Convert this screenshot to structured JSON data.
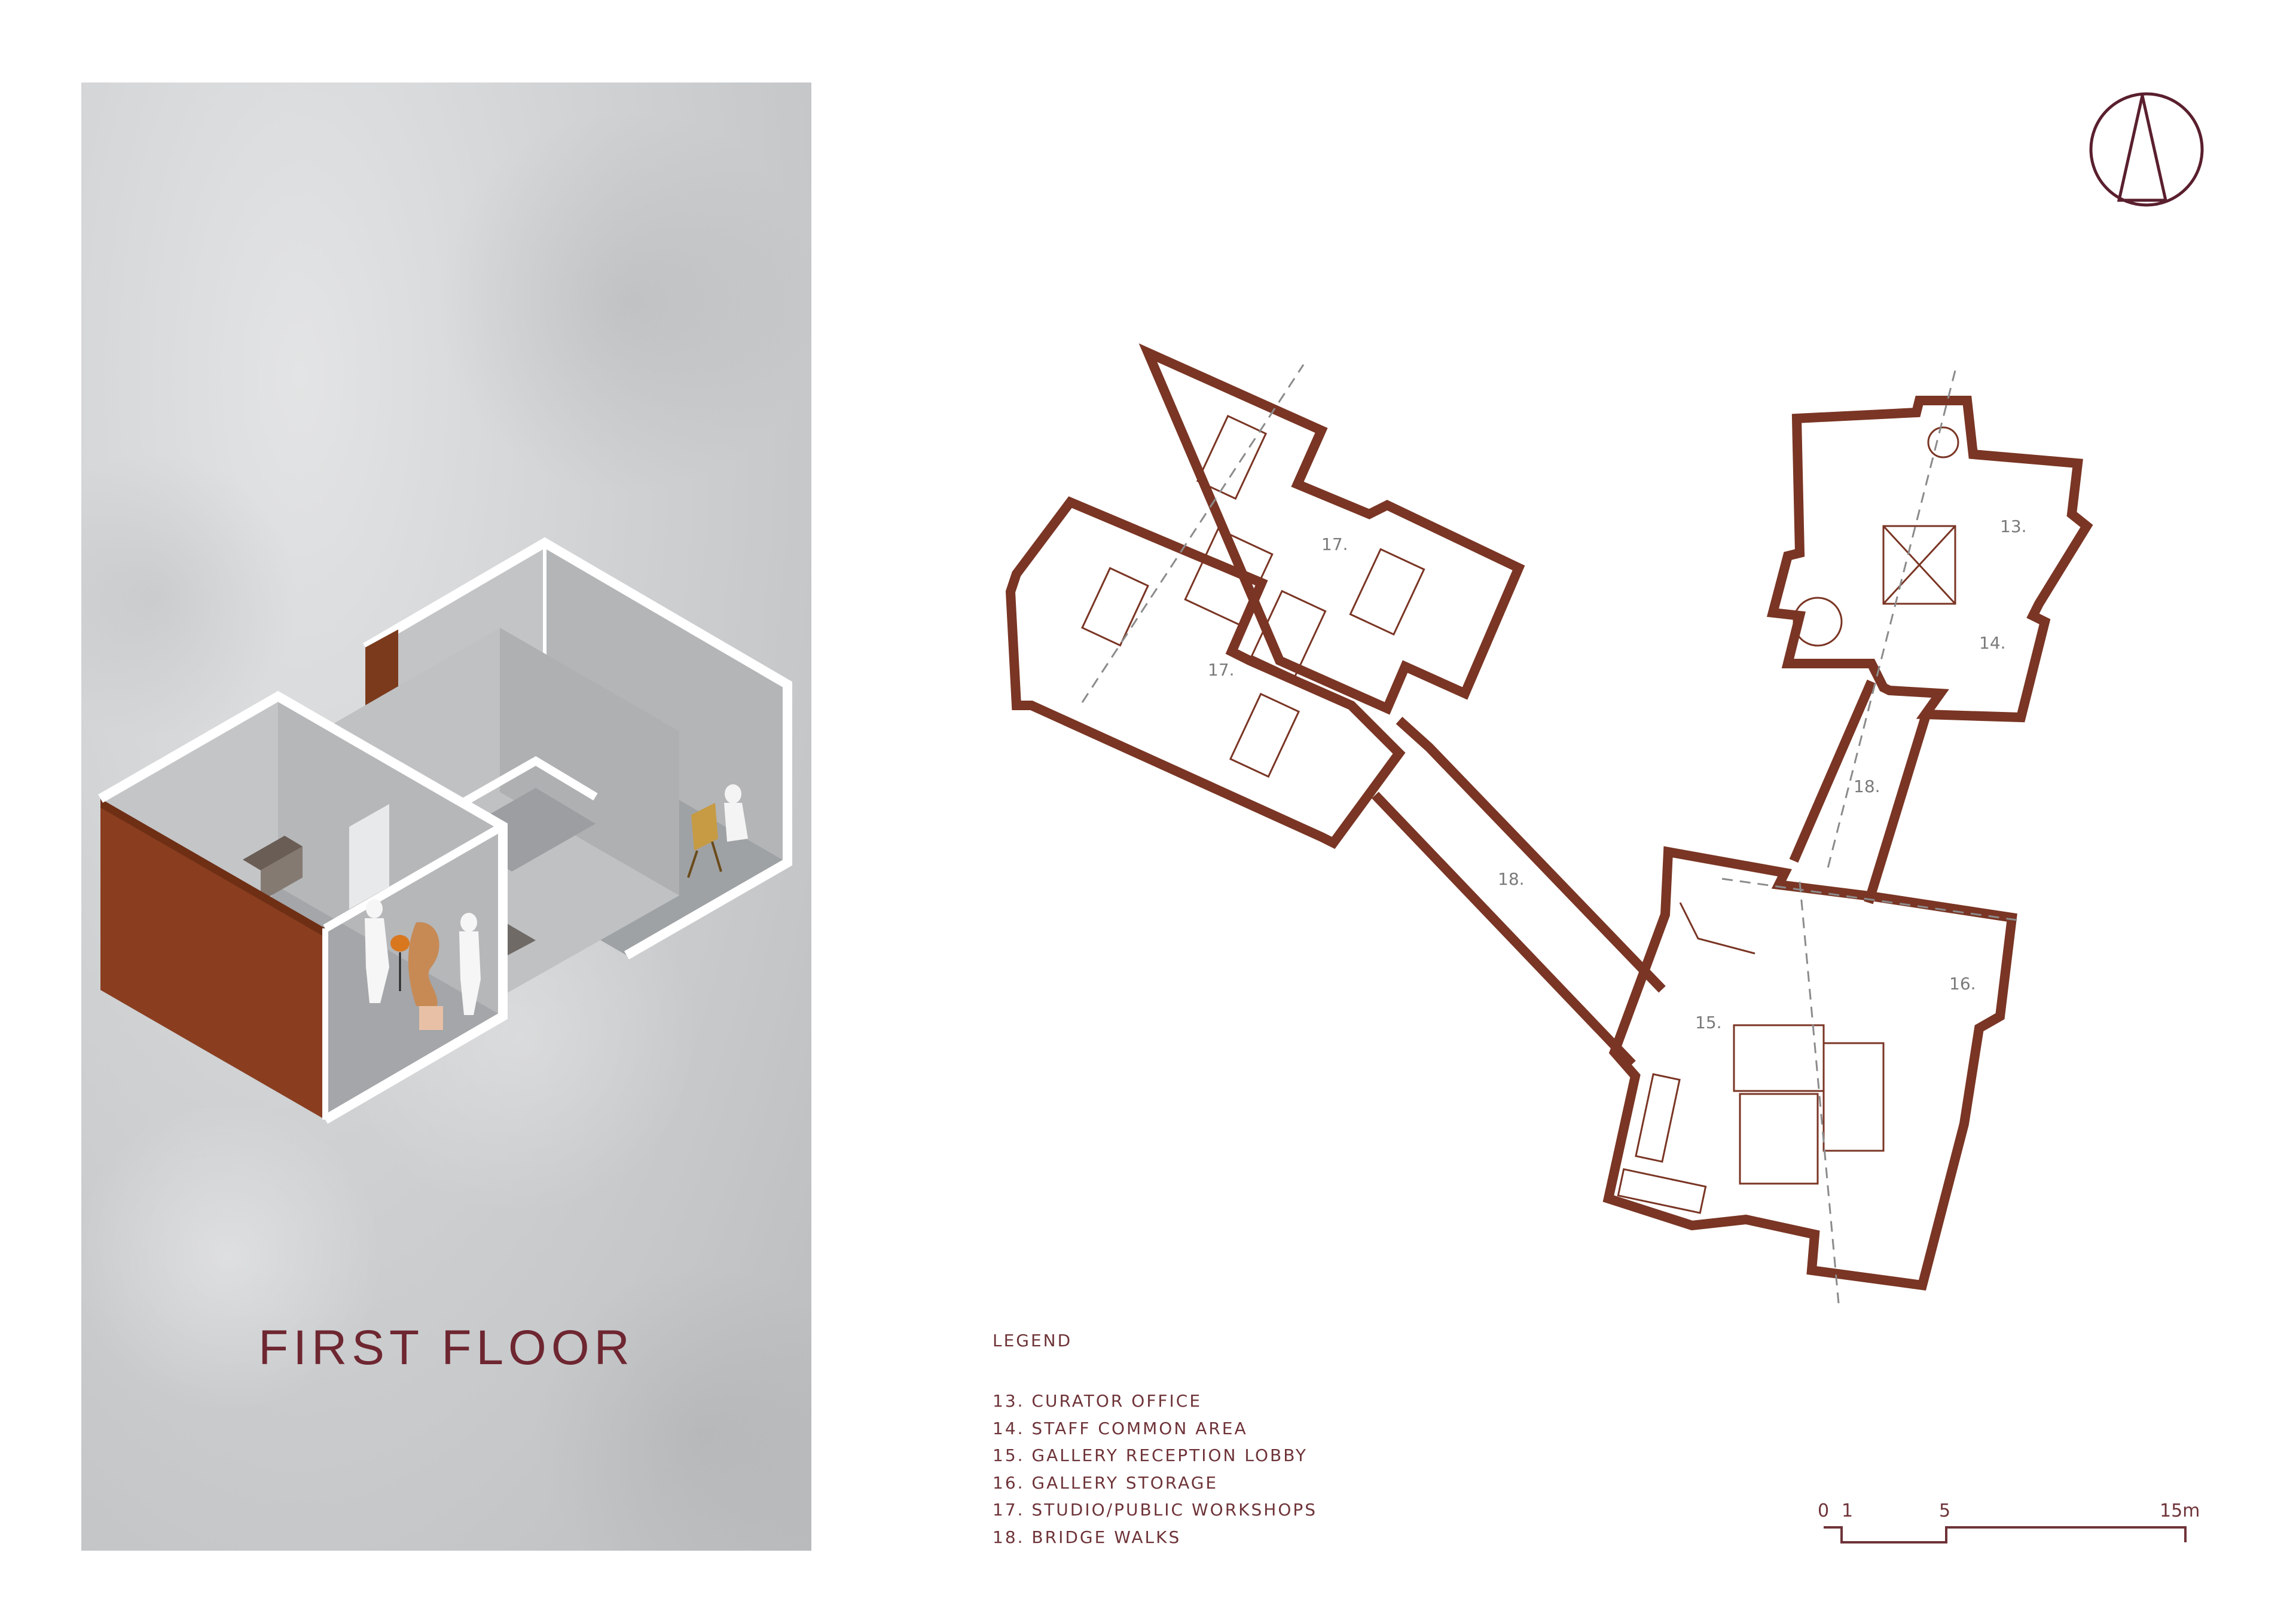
{
  "floor_title": "FIRST FLOOR",
  "legend": {
    "heading": "LEGEND",
    "items": [
      "13. CURATOR OFFICE",
      "14. STAFF COMMON AREA",
      "15. GALLERY RECEPTION LOBBY",
      "16. GALLERY STORAGE",
      "17. STUDIO/PUBLIC WORKSHOPS",
      "18. BRIDGE WALKS"
    ]
  },
  "room_labels": {
    "r13": "13.",
    "r14": "14.",
    "r15": "15.",
    "r16": "16.",
    "r17a": "17.",
    "r17b": "17.",
    "r18a": "18.",
    "r18b": "18."
  },
  "scale_bar": {
    "labels": [
      "0",
      "1",
      "5",
      "15m"
    ]
  },
  "colors": {
    "wall": "#7a3524",
    "text": "#6e2630",
    "rust": "#8a3e1f",
    "panel": "#cfd1d3"
  },
  "icons": {
    "north_arrow": "north-arrow-icon"
  }
}
